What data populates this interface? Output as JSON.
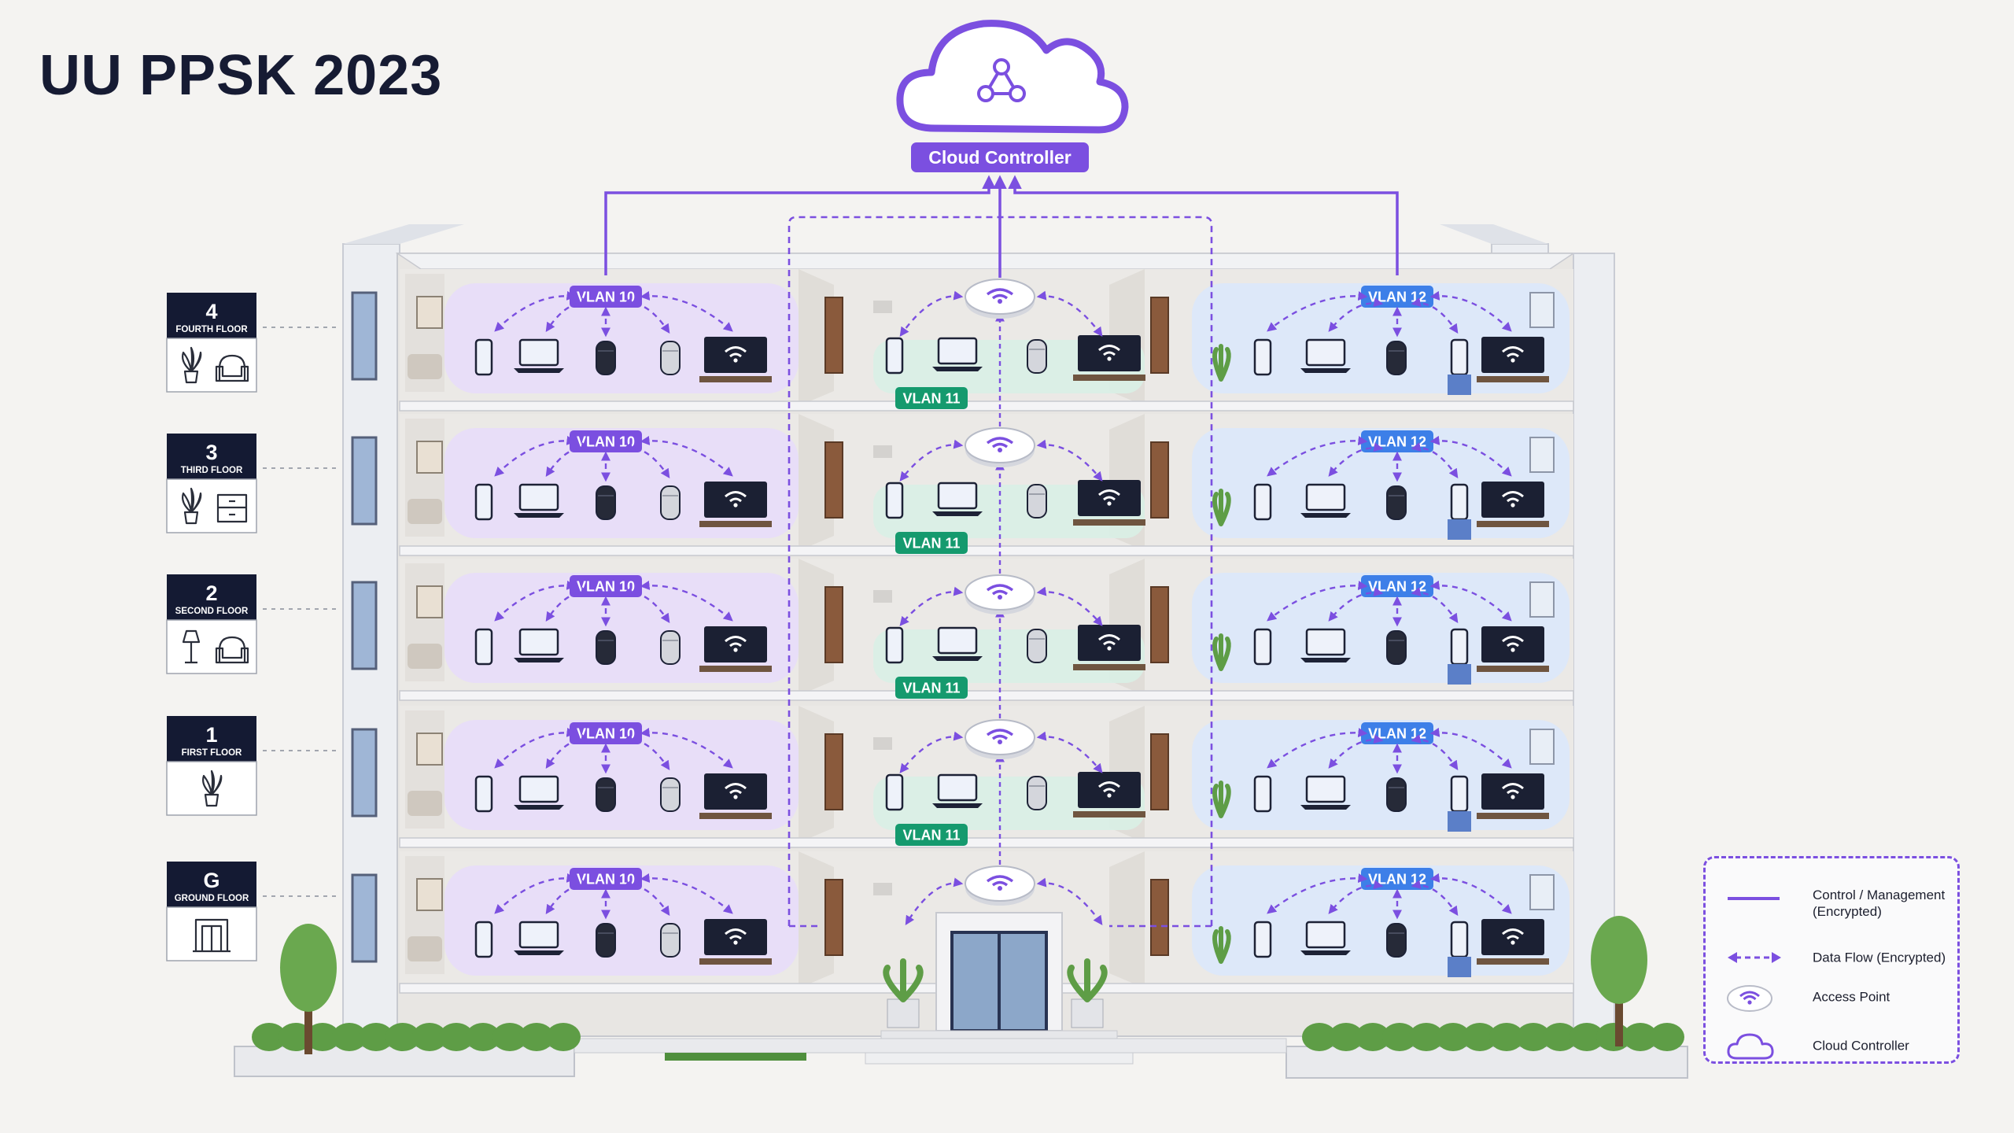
{
  "title": "UU PPSK 2023",
  "controller": {
    "label": "Cloud Controller",
    "icon": "network-icon"
  },
  "floors": [
    {
      "number": "4",
      "name": "FOURTH FLOOR",
      "icons": [
        "plant-icon",
        "armchair-icon"
      ]
    },
    {
      "number": "3",
      "name": "THIRD FLOOR",
      "icons": [
        "plant-icon",
        "dresser-icon"
      ]
    },
    {
      "number": "2",
      "name": "SECOND FLOOR",
      "icons": [
        "floor-lamp-icon",
        "armchair-icon"
      ]
    },
    {
      "number": "1",
      "name": "FIRST FLOOR",
      "icons": [
        "plant-icon"
      ]
    },
    {
      "number": "G",
      "name": "GROUND FLOOR",
      "icons": [
        "double-door-icon"
      ]
    }
  ],
  "vlans": {
    "left": "VLAN 10",
    "center": "VLAN 11",
    "right": "VLAN 12"
  },
  "devices": {
    "left": [
      "phone-icon",
      "laptop-icon",
      "smart-speaker-icon",
      "smart-speaker-icon",
      "smart-tv-icon"
    ],
    "center": [
      "phone-icon",
      "laptop-icon",
      "smart-speaker-icon",
      "smart-tv-icon"
    ],
    "right": [
      "phone-icon",
      "laptop-icon",
      "smart-speaker-icon",
      "phone-icon",
      "smart-tv-icon"
    ]
  },
  "legend": {
    "items": [
      {
        "symbol": "solid-line",
        "label": "Control / Management (Encrypted)"
      },
      {
        "symbol": "dashed-arrow",
        "label": "Data Flow (Encrypted)"
      },
      {
        "symbol": "access-point-icon",
        "label": "Access Point"
      },
      {
        "symbol": "cloud-icon",
        "label": "Cloud Controller"
      }
    ]
  },
  "colors": {
    "title": "#161b33",
    "control": "#7b4fe0",
    "vlan10": "#7b4fe0",
    "vlan11": "#159a6e",
    "vlan12": "#3d7fe8",
    "zone10": "#e7dcfa",
    "zone11": "#d9f0e6",
    "zone12": "#dbe7fb",
    "floorBadge": "#141a33"
  }
}
